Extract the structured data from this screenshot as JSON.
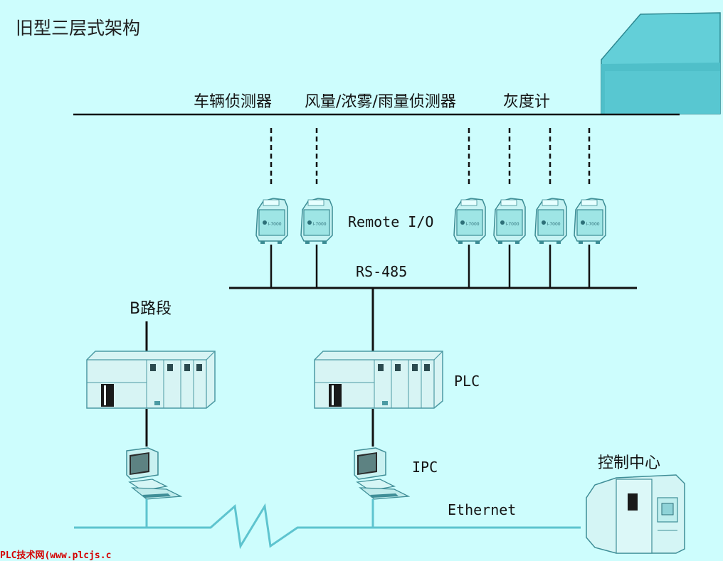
{
  "title": "旧型三层式架构",
  "sensors": {
    "vehicle": "车辆侦测器",
    "weather": "风量/浓雾/雨量侦测器",
    "luminance": "灰度计"
  },
  "remote_io_label": "Remote I/O",
  "bus_label": "RS-485",
  "segment_label": "B路段",
  "plc_label": "PLC",
  "ipc_label": "IPC",
  "network_label": "Ethernet",
  "control_center_label": "控制中心",
  "watermark": "PLC技术网(www.plcjs.c",
  "colors": {
    "background": "#cdfdfd",
    "line": "#111111",
    "network": "#5ec4cf",
    "device_fill": "#cfeeee",
    "device_dark": "#1a1a1a"
  },
  "icons": {
    "remote_io_module": "remote-io-module-icon",
    "plc": "plc-rack-icon",
    "ipc": "computer-terminal-icon",
    "control_center": "control-center-icon",
    "tunnel": "tunnel-portal-icon"
  }
}
